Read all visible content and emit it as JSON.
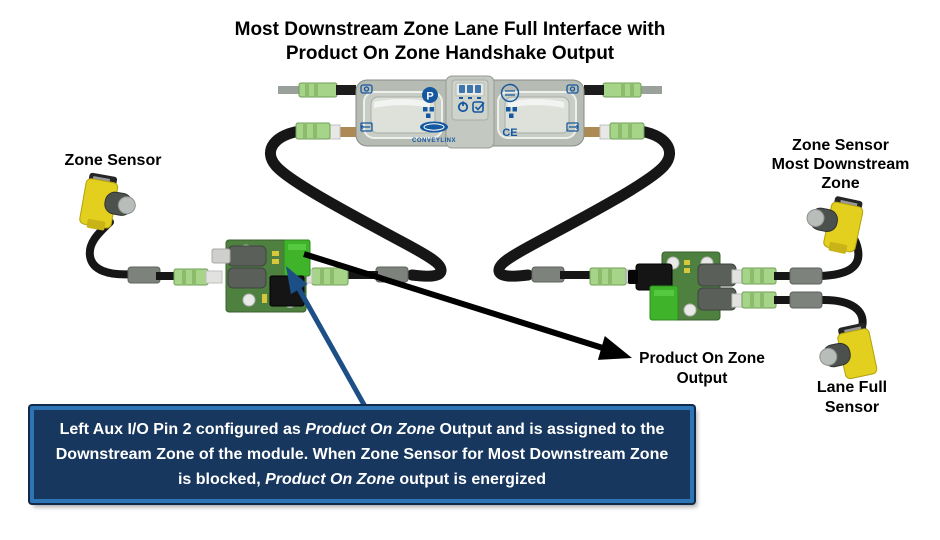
{
  "title": {
    "line1": "Most Downstream Zone Lane Full Interface with",
    "line2": "Product On Zone Handshake Output"
  },
  "labels": {
    "zone_sensor": "Zone Sensor",
    "zone_sensor_most_downstream": {
      "line1": "Zone Sensor",
      "line2": "Most Downstream",
      "line3": "Zone"
    },
    "lane_full": {
      "line1": "Lane Full",
      "line2": "Sensor"
    },
    "product_on_zone_output": {
      "line1": "Product On Zone",
      "line2": "Output"
    }
  },
  "module": {
    "brand": "CONVEYLINX",
    "ce_mark": "CE",
    "logo_letter": "P"
  },
  "callout": {
    "part1": "Left Aux I/O Pin 2 configured as ",
    "italic1": "Product On Zone",
    "part2": " Output and is assigned to the Downstream Zone of the module.  When Zone Sensor for Most Downstream Zone is blocked, ",
    "italic2": "Product On Zone",
    "part3": " output is energized"
  },
  "colors": {
    "callout_bg": "#17375E",
    "callout_border": "#2E75B6",
    "callout_text": "#FFFFFF",
    "blue_arrow": "#1D4F87",
    "black_arrow": "#000000",
    "module_gray": "#B6BBB3",
    "module_blue": "#1558A0",
    "cable_black": "#161616",
    "connector_green": "#A6D489",
    "terminal_green": "#3FB32A",
    "pcb_green": "#4E8040",
    "sensor_yellow": "#E3CF1D"
  }
}
